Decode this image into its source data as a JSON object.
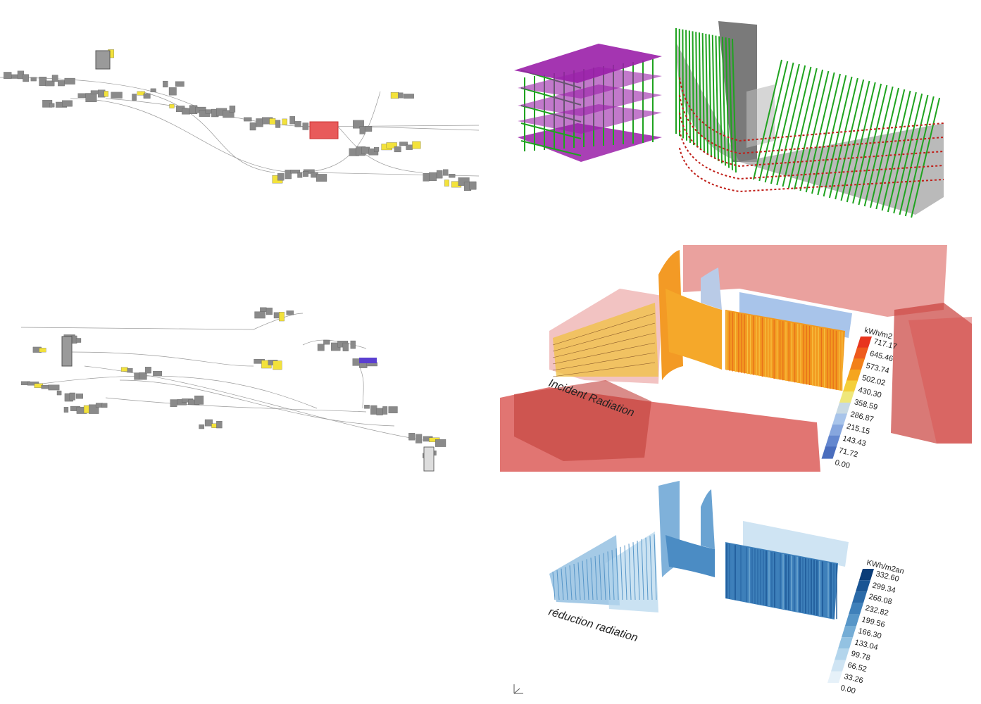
{
  "incident_legend": {
    "unit": "kWh/m2",
    "values": [
      "717.17",
      "645.46",
      "573.74",
      "502.02",
      "430.30",
      "358.59",
      "286.87",
      "215.15",
      "143.43",
      "71.72",
      "0.00"
    ],
    "colors": [
      "#e8351e",
      "#ee5a1c",
      "#f2801a",
      "#f5a51e",
      "#f4cf3a",
      "#efe77a",
      "#c8d9e3",
      "#a8c4ea",
      "#86a6de",
      "#6487cf",
      "#4a6dbd"
    ]
  },
  "reduction_legend": {
    "unit": "KWh/m2an",
    "values": [
      "332.60",
      "299.34",
      "266.08",
      "232.82",
      "199.56",
      "166.30",
      "133.04",
      "99.78",
      "66.52",
      "33.26",
      "0.00"
    ],
    "colors": [
      "#0b3d78",
      "#1a5594",
      "#2b6aa8",
      "#3f80ba",
      "#5796c8",
      "#74acd5",
      "#93c2e2",
      "#b3d5ec",
      "#cfe4f3",
      "#e6f1f9"
    ]
  },
  "labels": {
    "incident": "Incident Radiation",
    "reduction": "réduction radiation"
  },
  "colors": {
    "floor_slab": "#9a1fa8",
    "fins": "#1fa31f",
    "context": "#d9534f",
    "core": "#7a7a7a"
  }
}
